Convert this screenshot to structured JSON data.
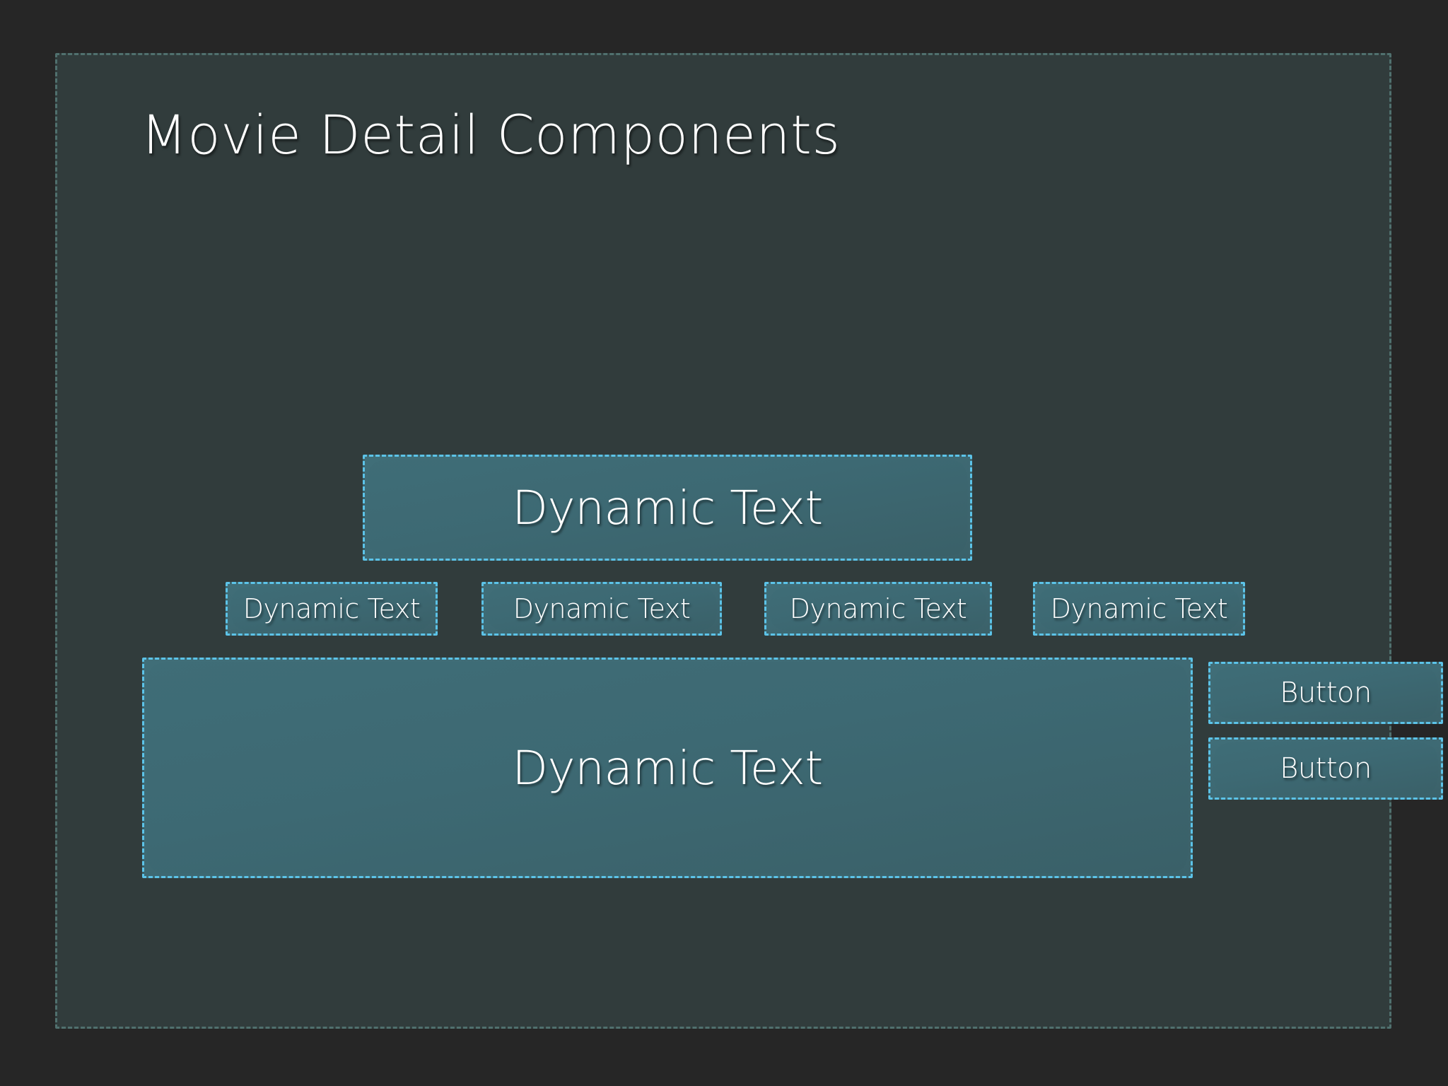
{
  "canvas": {
    "background_color": "#262626"
  },
  "frame": {
    "name": "movie-detail-components-frame",
    "fill_color": "#313c3c",
    "border_color": "#50706e",
    "border_style": "dashed"
  },
  "header": {
    "title": "Movie Detail Components"
  },
  "theme": {
    "component_fill": "#3d6973",
    "component_border": "#5cc3e8",
    "label_color": "#ffffff"
  },
  "components": {
    "hero_title": {
      "label": "Dynamic Text",
      "role": "movie-title"
    },
    "meta_row": [
      {
        "label": "Dynamic Text",
        "role": "meta-field-1"
      },
      {
        "label": "Dynamic Text",
        "role": "meta-field-2"
      },
      {
        "label": "Dynamic Text",
        "role": "meta-field-3"
      },
      {
        "label": "Dynamic Text",
        "role": "meta-field-4"
      }
    ],
    "overview": {
      "label": "Dynamic Text",
      "role": "movie-overview"
    },
    "buttons": [
      {
        "label": "Button",
        "role": "primary-action"
      },
      {
        "label": "Button",
        "role": "secondary-action"
      }
    ]
  }
}
